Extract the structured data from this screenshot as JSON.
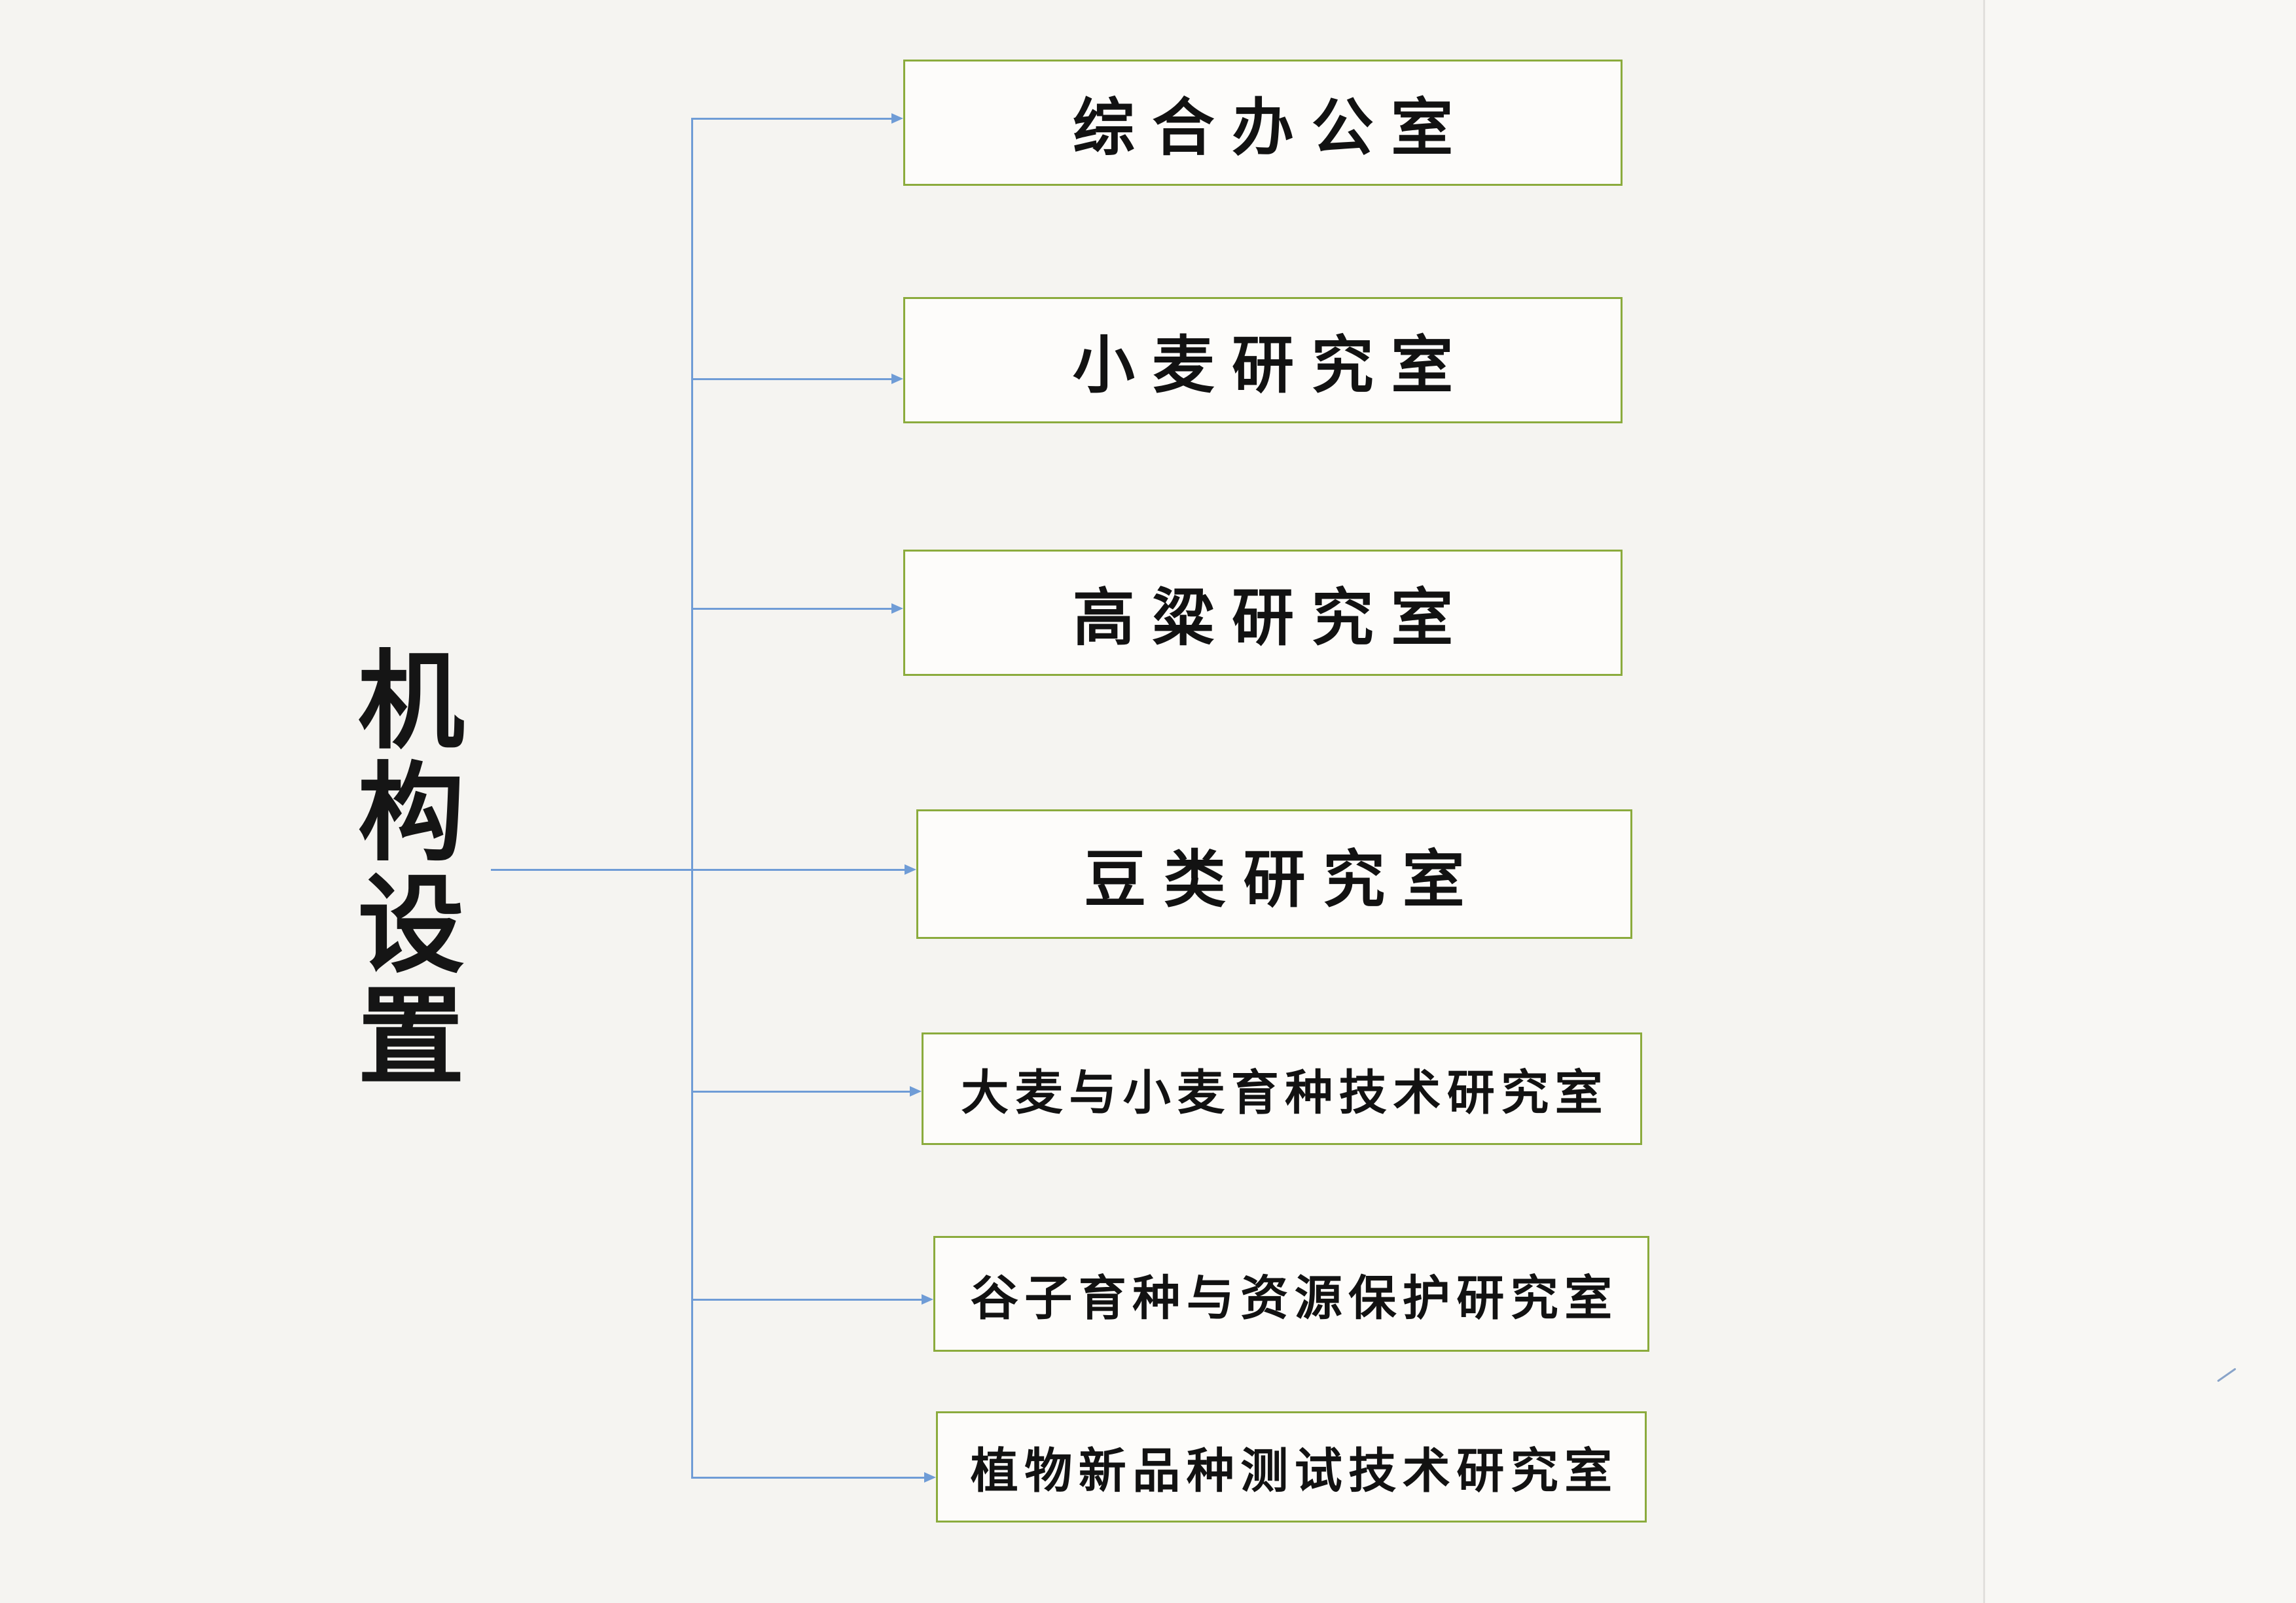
{
  "page": {
    "background": "#f5f4f1"
  },
  "title": {
    "text": "机构设置"
  },
  "diagram": {
    "type": "org-chart",
    "line_color": "#6f9cd6",
    "box_border_color": "#8bab3d",
    "text_color": "#121212",
    "nodes": [
      {
        "label": "综合办公室"
      },
      {
        "label": "小麦研究室"
      },
      {
        "label": "高粱研究室"
      },
      {
        "label": "豆类研究室"
      },
      {
        "label": "大麦与小麦育种技术研究室"
      },
      {
        "label": "谷子育种与资源保护研究室"
      },
      {
        "label": "植物新品种测试技术研究室"
      }
    ]
  }
}
